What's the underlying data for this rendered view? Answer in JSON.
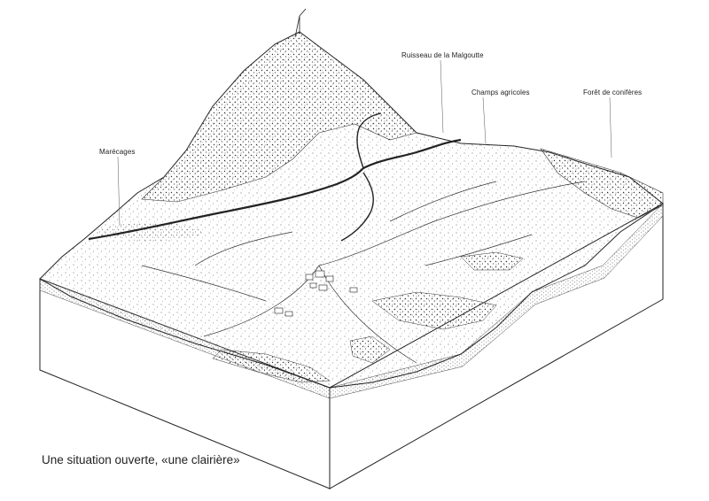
{
  "labels": {
    "ruisseau": "Ruisseau de la Malgoutte",
    "champs": "Champs agricoles",
    "foret": "Forêt de conifères",
    "marecages": "Marécages"
  },
  "caption": "Une situation ouverte, «une clairière»",
  "colors": {
    "ink": "#222222",
    "paper": "#ffffff"
  }
}
